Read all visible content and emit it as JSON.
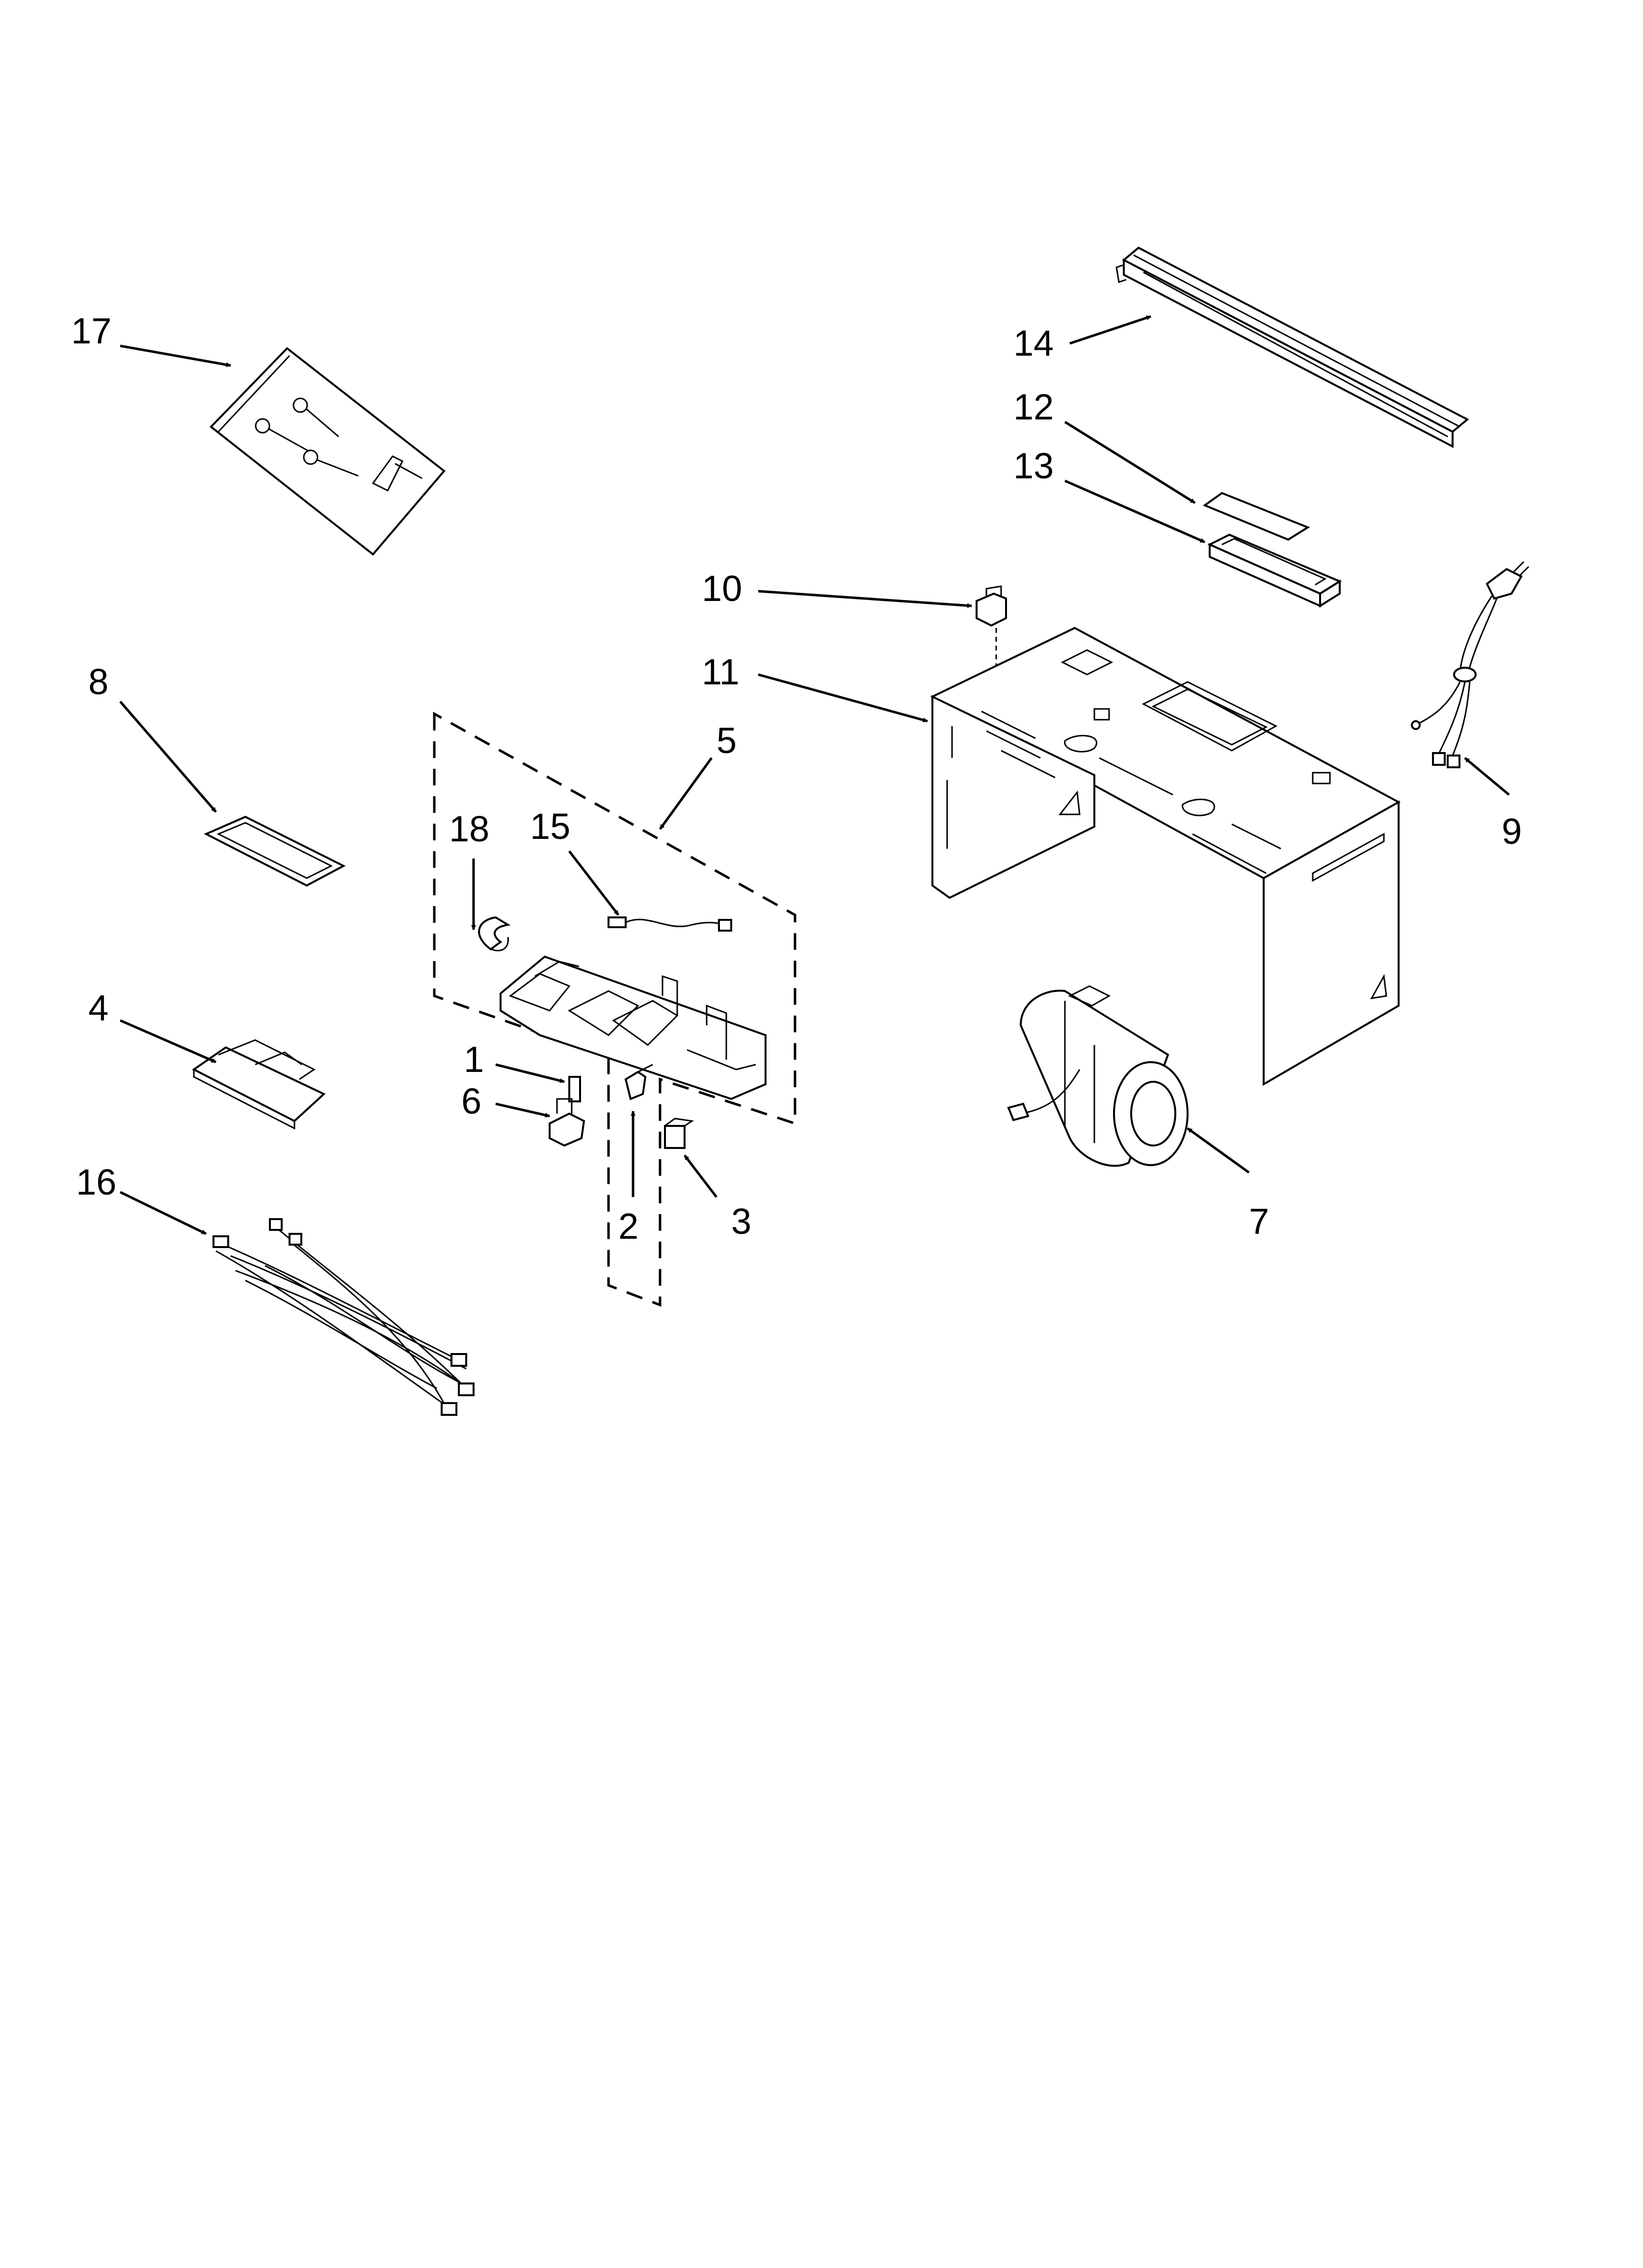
{
  "diagram": {
    "parts": [
      {
        "id": "p1",
        "callout": "1",
        "icon": "switch-icon"
      },
      {
        "id": "p2",
        "callout": "2",
        "icon": "switch-icon"
      },
      {
        "id": "p3",
        "callout": "3",
        "icon": "switch-icon"
      },
      {
        "id": "p4",
        "callout": "4",
        "icon": "grille-icon"
      },
      {
        "id": "p5",
        "callout": "5",
        "icon": "bracket-assembly-icon"
      },
      {
        "id": "p6",
        "callout": "6",
        "icon": "thermostat-icon"
      },
      {
        "id": "p7",
        "callout": "7",
        "icon": "blower-motor-icon"
      },
      {
        "id": "p8",
        "callout": "8",
        "icon": "filter-icon"
      },
      {
        "id": "p9",
        "callout": "9",
        "icon": "power-cord-icon"
      },
      {
        "id": "p10",
        "callout": "10",
        "icon": "clip-icon"
      },
      {
        "id": "p11",
        "callout": "11",
        "icon": "cabinet-icon"
      },
      {
        "id": "p12",
        "callout": "12",
        "icon": "pad-icon"
      },
      {
        "id": "p13",
        "callout": "13",
        "icon": "duct-icon"
      },
      {
        "id": "p14",
        "callout": "14",
        "icon": "rail-icon"
      },
      {
        "id": "p15",
        "callout": "15",
        "icon": "sensor-icon"
      },
      {
        "id": "p16",
        "callout": "16",
        "icon": "wire-harness-icon"
      },
      {
        "id": "p17",
        "callout": "17",
        "icon": "hardware-bag-icon"
      },
      {
        "id": "p18",
        "callout": "18",
        "icon": "cable-clamp-icon"
      }
    ]
  }
}
